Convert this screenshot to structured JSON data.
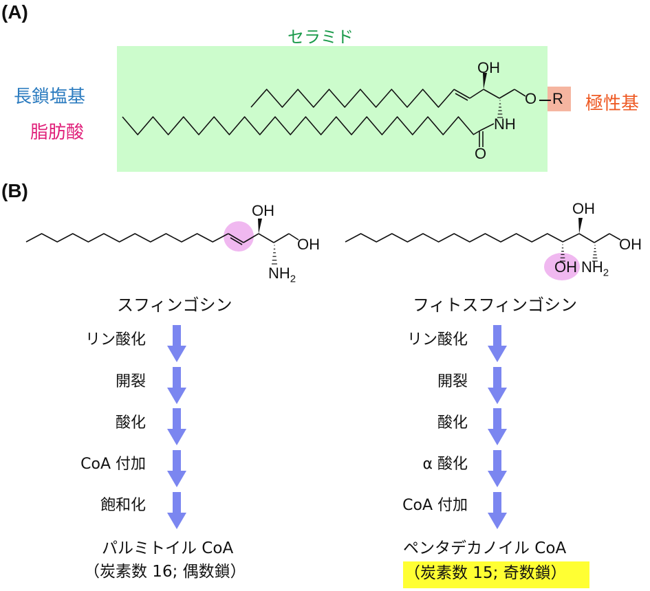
{
  "panel_a": {
    "label": "(A)",
    "ceramide_title": "セラミド",
    "long_chain_base_label": "長鎖塩基",
    "fatty_acid_label": "脂肪酸",
    "polar_group_label": "極性基",
    "atoms": {
      "oh": "OH",
      "nh": "NH",
      "o_carbonyl": "O",
      "o_ether": "O",
      "r": "R"
    },
    "colors": {
      "ceramide": "#1a9a4a",
      "long_chain_base": "#2b7bbf",
      "fatty_acid": "#e0207a",
      "polar_group": "#ee5a24",
      "ceramide_box": "#ccfccc",
      "r_box": "#f5b5a0"
    }
  },
  "panel_b": {
    "label": "(B)",
    "left": {
      "name": "スフィンゴシン",
      "atoms": {
        "oh3": "OH",
        "oh1": "OH",
        "nh2": "NH",
        "sub2": "2"
      },
      "steps": [
        "リン酸化",
        "開裂",
        "酸化",
        "CoA 付加",
        "飽和化"
      ],
      "product_line1": "パルミトイル CoA",
      "product_line2": "（炭素数 16; 偶数鎖）"
    },
    "right": {
      "name": "フィトスフィンゴシン",
      "atoms": {
        "oh4": "OH",
        "oh3": "OH",
        "oh1": "OH",
        "nh2": "NH",
        "sub2": "2"
      },
      "steps": [
        "リン酸化",
        "開裂",
        "酸化",
        "α 酸化",
        "CoA 付加"
      ],
      "product_line1": "ペンタデカノイル CoA",
      "product_line2": "（炭素数 15; 奇数鎖）"
    },
    "colors": {
      "arrow": "#7b86f0",
      "highlight": "#f0b8f0",
      "product_highlight": "#ffff33"
    }
  }
}
